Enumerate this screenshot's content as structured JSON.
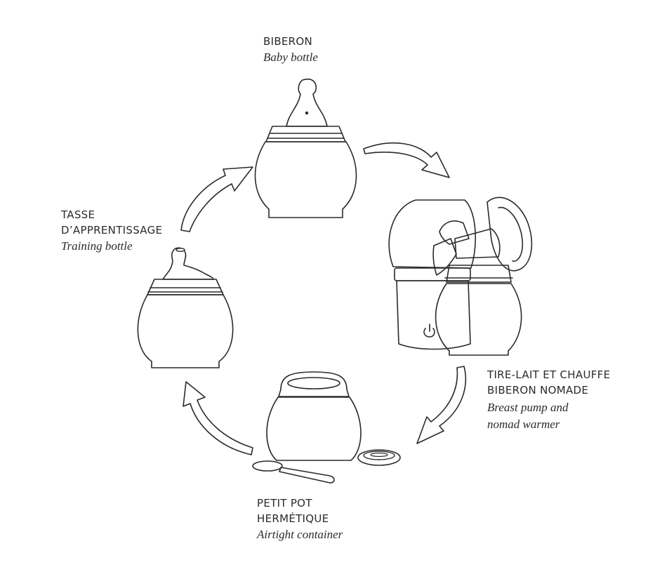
{
  "colors": {
    "outline": "#2a2a2a",
    "arrow_fill": "#f6eded",
    "milk_yellow": "#f7f6e3",
    "pale_blue": "#eef2f5",
    "pale_pink": "#fbf3f1",
    "dot_white": "#ffffff"
  },
  "items": {
    "baby_bottle": {
      "fr": "BIBERON",
      "en": "Baby bottle"
    },
    "breast_pump": {
      "fr_line1": "TIRE-LAIT ET CHAUFFE",
      "fr_line2": "BIBERON NOMADE",
      "en_line1": "Breast pump and",
      "en_line2": "nomad warmer"
    },
    "airtight_container": {
      "fr_line1": "PETIT POT",
      "fr_line2": "HERMÉTIQUE",
      "en": "Airtight container"
    },
    "training_bottle": {
      "fr_line1": "TASSE",
      "fr_line2": "D’APPRENTISSAGE",
      "en": "Training bottle"
    }
  },
  "icons": [
    "baby-bottle-icon",
    "breast-pump-icon",
    "bottle-warmer-icon",
    "airtight-pot-icon",
    "spoon-icon",
    "lid-icon",
    "training-cup-icon",
    "cycle-arrow-icon"
  ]
}
